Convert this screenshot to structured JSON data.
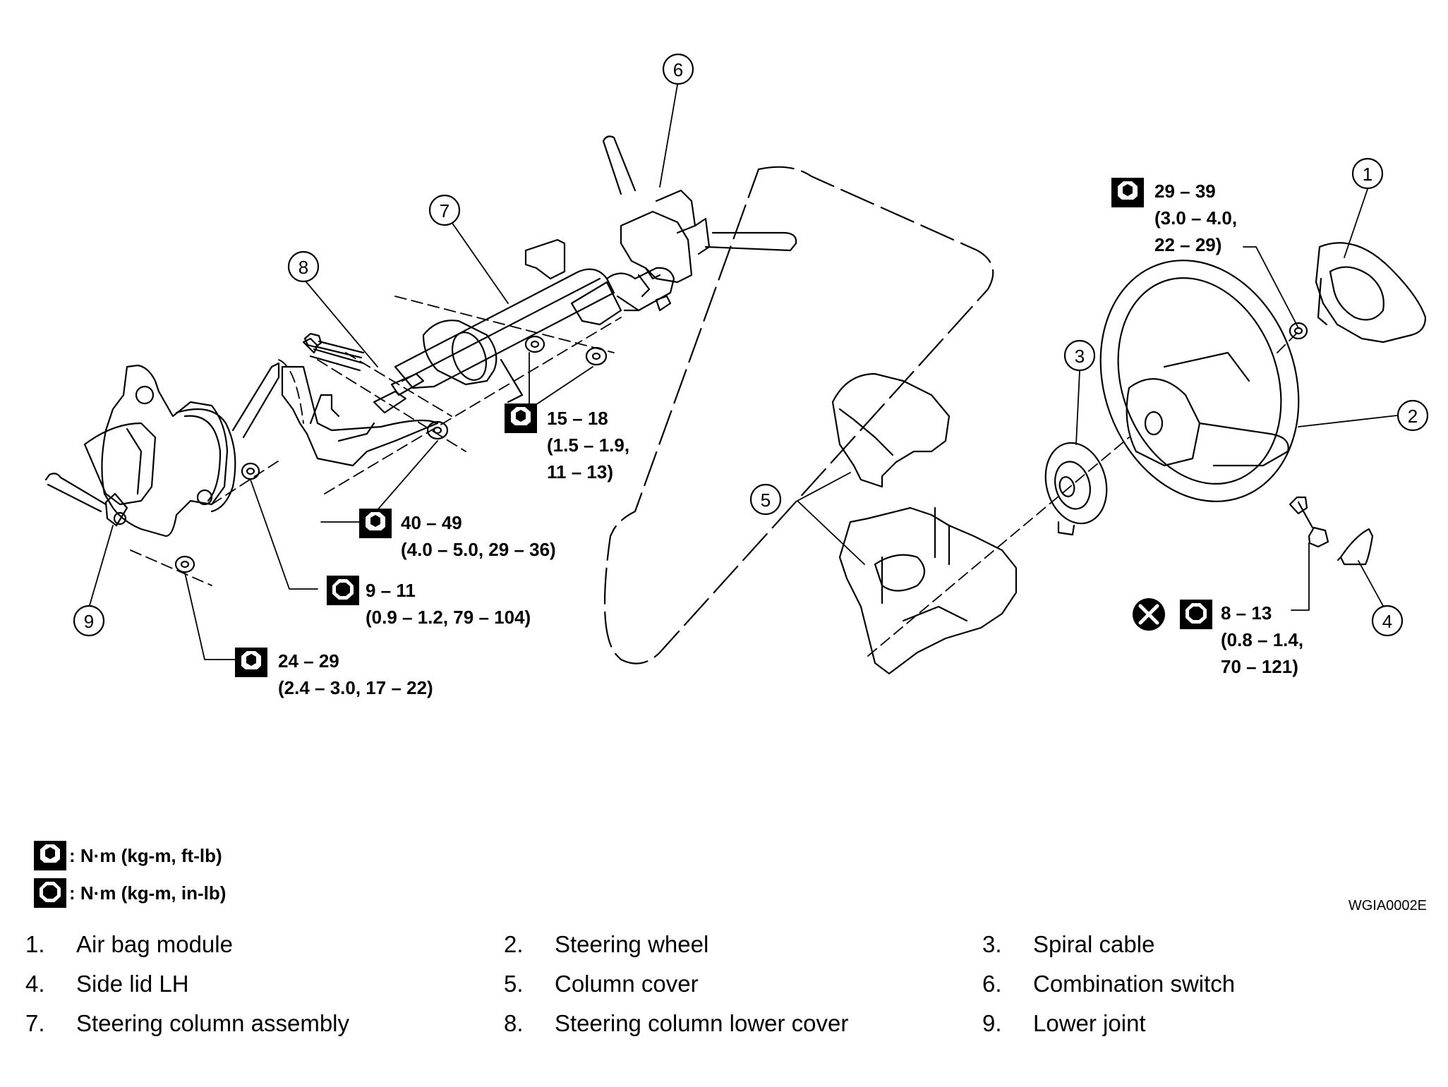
{
  "callouts": [
    "1",
    "2",
    "3",
    "4",
    "5",
    "6",
    "7",
    "8",
    "9"
  ],
  "torques": {
    "t_29_39": {
      "line1": "29 – 39",
      "line2": "(3.0 – 4.0,",
      "line3": "22 – 29)"
    },
    "t_15_18": {
      "line1": "15 – 18",
      "line2": "(1.5 – 1.9,",
      "line3": "11 – 13)"
    },
    "t_40_49": {
      "line1": "40 – 49",
      "line2": "(4.0 – 5.0, 29 – 36)"
    },
    "t_9_11": {
      "line1": "9 – 11",
      "line2": "(0.9 – 1.2, 79 – 104)"
    },
    "t_24_29": {
      "line1": "24 – 29",
      "line2": "(2.4 – 3.0, 17 – 22)"
    },
    "t_8_13": {
      "line1": "8 – 13",
      "line2": "(0.8 – 1.4,",
      "line3": "70 – 121)"
    }
  },
  "legend": {
    "ft_lb": ": N·m (kg-m, ft-lb)",
    "in_lb": ": N·m (kg-m, in-lb)"
  },
  "figure_code": "WGIA0002E",
  "parts": [
    {
      "num": "1.",
      "name": "Air bag module"
    },
    {
      "num": "2.",
      "name": "Steering wheel"
    },
    {
      "num": "3.",
      "name": "Spiral cable"
    },
    {
      "num": "4.",
      "name": "Side lid LH"
    },
    {
      "num": "5.",
      "name": "Column cover"
    },
    {
      "num": "6.",
      "name": "Combination switch"
    },
    {
      "num": "7.",
      "name": "Steering column assembly"
    },
    {
      "num": "8.",
      "name": "Steering column lower cover"
    },
    {
      "num": "9.",
      "name": "Lower joint"
    }
  ],
  "icons": [
    "torque-wrench-icon",
    "torque-wrench-filled-icon",
    "do-not-reuse-icon"
  ]
}
